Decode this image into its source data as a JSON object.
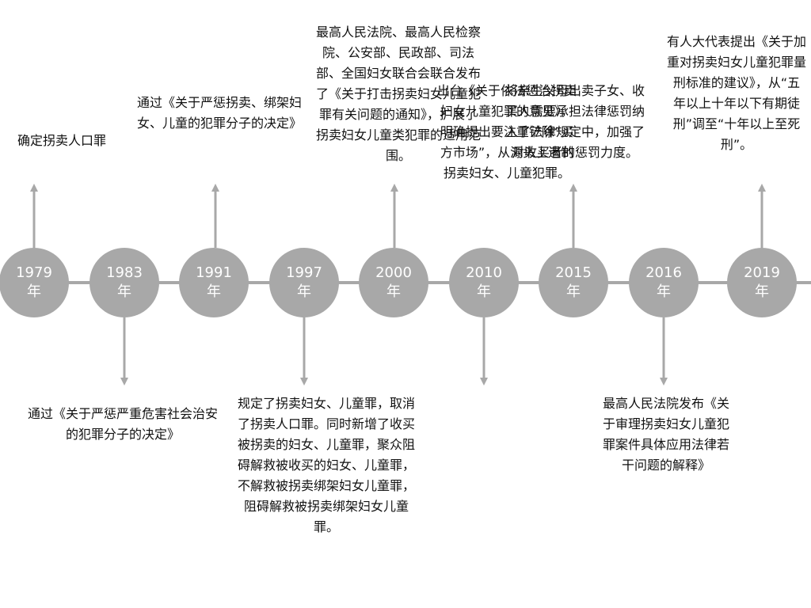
{
  "colors": {
    "node_fill": "#a8a8a8",
    "line": "#a8a8a8",
    "text": "#111111"
  },
  "events": [
    {
      "year": "1979",
      "unit": "年",
      "position": "above",
      "text": "确定拐卖人口罪"
    },
    {
      "year": "1983",
      "unit": "年",
      "position": "below",
      "text": "通过《关于严惩严重危害社会治安的犯罪分子的决定》"
    },
    {
      "year": "1991",
      "unit": "年",
      "position": "above",
      "text": "通过《关于严惩拐卖、绑架妇女、儿童的犯罪分子的决定》"
    },
    {
      "year": "1997",
      "unit": "年",
      "position": "below",
      "text": "规定了拐卖妇女、儿童罪，取消了拐卖人口罪。同时新增了收买被拐卖的妇女、儿童罪，聚众阻碍解救被收买的妇女、儿童罪，不解救被拐卖绑架妇女儿童罪，阻碍解救被拐卖绑架妇女儿童罪。"
    },
    {
      "year": "2000",
      "unit": "年",
      "position": "above",
      "text": "最高人民法院、最高人民检察院、公安部、民政部、司法部、全国妇女联合会联合发布了《关于打击拐卖妇女儿童犯罪有关问题的通知》，扩展了拐卖妇女儿童类犯罪的适用范围。"
    },
    {
      "year": "2010",
      "unit": "年",
      "position": "below",
      "text": "出台《关于依法惩治拐卖妇女儿童犯罪的意见》，明确提出要注重铲除“买方市场”，从源头上遏制拐卖妇女、儿童犯罪。"
    },
    {
      "year": "2015",
      "unit": "年",
      "position": "above",
      "text": "将亲生父母出卖子女、收买人需要承担法律惩罚纳入了法律规定中，加强了对收买者的惩罚力度。"
    },
    {
      "year": "2016",
      "unit": "年",
      "position": "below",
      "text": "最高人民法院发布《关于审理拐卖妇女儿童犯罪案件具体应用法律若干问题的解释》"
    },
    {
      "year": "2019",
      "unit": "年",
      "position": "above",
      "text": "有人大代表提出《关于加重对拐卖妇女儿童犯罪量刑标准的建议》，从“五年以上十年以下有期徒刑”调至“十年以上至死刑”。"
    }
  ]
}
